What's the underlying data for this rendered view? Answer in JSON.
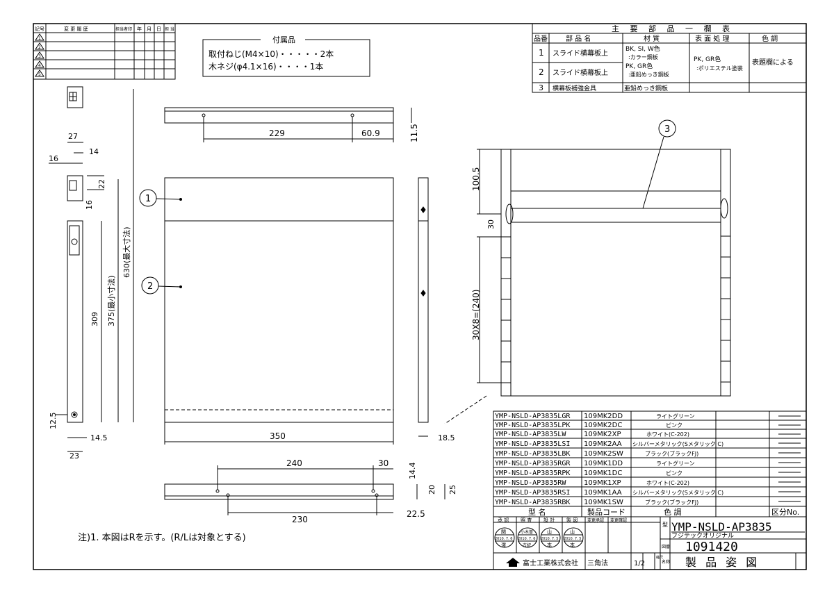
{
  "revision_table": {
    "headers": [
      "記号",
      "変 更 履 歴",
      "担当者印",
      "年",
      "月",
      "日",
      "担 当"
    ],
    "rows": [
      "1",
      "2",
      "3",
      "4",
      "5"
    ]
  },
  "accessories": {
    "title": "付属品",
    "lines": [
      "取付ねじ(M4×10)・・・・・2本",
      "木ネジ(φ4.1×16)・・・・1本"
    ]
  },
  "parts_list": {
    "title": "主 要 部 品 一 欄 表",
    "headers": [
      "品番",
      "部 品 名",
      "材 質",
      "表 面 処 理",
      "色 調"
    ],
    "rows": [
      {
        "no": "1",
        "name": "スライド横幕板上"
      },
      {
        "no": "2",
        "name": "スライド横幕板上"
      },
      {
        "no": "3",
        "name": "横幕板補強金具",
        "material": "亜鉛めっき鋼板"
      }
    ],
    "material_lines": [
      "BK, SI, W色",
      ":カラー鋼板",
      "PK, GR色",
      ":亜鉛めっき鋼板"
    ],
    "finish_lines": [
      "PK, GR色",
      ":ポリエステル塗装"
    ],
    "color": "表題欄による"
  },
  "dimensions": {
    "d229": "229",
    "d60_9": "60.9",
    "d11_5": "11.5",
    "d27": "27",
    "d14": "14",
    "d16a": "16",
    "d22": "22",
    "d16b": "16",
    "d309": "309",
    "d375": "375(最小寸法)",
    "d630": "630(最大寸法)",
    "d12_5": "12.5",
    "d14_5": "14.5",
    "d23": "23",
    "d350": "350",
    "d18_5": "18.5",
    "d240": "240",
    "d30a": "30",
    "d14_4": "14.4",
    "d20": "20",
    "d25": "25",
    "d230": "230",
    "d22_5": "22.5",
    "d100_5": "100.5",
    "d30b": "30",
    "d30x8": "30X8=(240)"
  },
  "balloons": [
    "1",
    "2",
    "3"
  ],
  "models": [
    {
      "model": "YMP-NSLD-AP3835LGR",
      "code": "109MK2DD",
      "color": "ライトグリーン"
    },
    {
      "model": "YMP-NSLD-AP3835LPK",
      "code": "109MK2DC",
      "color": "ピンク"
    },
    {
      "model": "YMP-NSLD-AP3835LW",
      "code": "109MK2XP",
      "color": "ホワイト(C-202)"
    },
    {
      "model": "YMP-NSLD-AP3835LSI",
      "code": "109MK2AA",
      "color": "シルバーメタリック(Sメタリック C)"
    },
    {
      "model": "YMP-NSLD-AP3835LBK",
      "code": "109MK2SW",
      "color": "ブラック(ブラックFJ)"
    },
    {
      "model": "YMP-NSLD-AP3835RGR",
      "code": "109MK1DD",
      "color": "ライトグリーン"
    },
    {
      "model": "YMP-NSLD-AP3835RPK",
      "code": "109MK1DC",
      "color": "ピンク"
    },
    {
      "model": "YMP-NSLD-AP3835RW",
      "code": "109MK1XP",
      "color": "ホワイト(C-202)"
    },
    {
      "model": "YMP-NSLD-AP3835RSI",
      "code": "109MK1AA",
      "color": "シルバーメタリック(Sメタリック C)"
    },
    {
      "model": "YMP-NSLD-AP3835RBK",
      "code": "109MK1SW",
      "color": "ブラック(ブラックFJ)"
    }
  ],
  "model_headers": {
    "model": "型 名",
    "code": "製品コード",
    "color": "色 調",
    "kubun": "区分No."
  },
  "note": "注)1. 本図はRを示す。(R/Lは対象とする)",
  "title_block": {
    "roles": [
      "承 認",
      "照 査",
      "設 計",
      "製 図",
      "変更承認",
      "変更確認"
    ],
    "stamps": [
      {
        "top": "関",
        "bottom": "澤",
        "date": "2010. 7. 6"
      },
      {
        "top": "小木曽",
        "bottom": "古紀",
        "date": "2010. 7. 6"
      },
      {
        "top": "山",
        "bottom": "本",
        "date": "2010. 7. 5"
      },
      {
        "top": "山",
        "bottom": "本",
        "date": "2010. 7. 5"
      }
    ],
    "model_label": "型",
    "model_name": "YMP-NSLD-AP3835",
    "sub_name": "フジテックオリジナル",
    "drawing_no_label": "図番",
    "drawing_no": "1091420",
    "name_label": "名称",
    "drawing_name": "製 品 姿 図",
    "company": "富士工業株式会社",
    "projection": "三角法",
    "scale": "1/2",
    "scale_label": "縮尺"
  }
}
